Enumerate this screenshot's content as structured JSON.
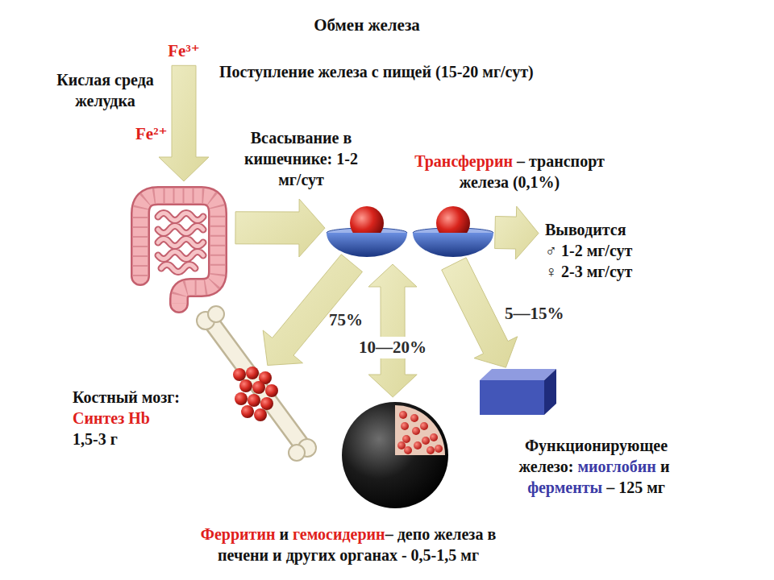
{
  "diagram": {
    "title": "Обмен железа",
    "nodes": [
      {
        "text": [
          "Fe³⁺"
        ]
      },
      {
        "text": [
          "Fe²⁺"
        ]
      },
      {
        "text": [
          "Трансферрин",
          "– транспорт железа (0,1%)"
        ]
      },
      {
        "text": [
          "Выводится",
          "♂ 1-2 мг/сут",
          "♀ 2-3 мг/сут"
        ]
      },
      {
        "text": [
          "Костный мозг:",
          "Синтез Hb",
          "1,5-3 г"
        ]
      },
      {
        "text": [
          "Ферритин",
          "и",
          "гемосидерин",
          "– депо железа в печени и других органах - 0,5-1,5 мг"
        ]
      },
      {
        "text": [
          "Функционирующее железо:",
          "миоглобин",
          "и",
          "ферменты",
          "– 125 мг"
        ]
      }
    ],
    "edges": [
      {
        "from": 0,
        "to": 1,
        "arrow": "to",
        "label": "Кислая среда желудка"
      },
      {
        "from": 1,
        "to": 2,
        "arrow": "to",
        "label": "Всасывание в кишечнике: 1-2 мг/сут"
      },
      {
        "from": 2,
        "to": 3,
        "arrow": "to"
      },
      {
        "from": 2,
        "to": 4,
        "arrow": "to",
        "label": "75%"
      },
      {
        "from": 2,
        "to": 5,
        "arrow": "both",
        "label": "10—20%"
      },
      {
        "from": 2,
        "to": 6,
        "arrow": "to",
        "label": "5—15%"
      }
    ],
    "labels": [
      "Поступление железа с пищей (15-20 мг/сут)"
    ]
  }
}
